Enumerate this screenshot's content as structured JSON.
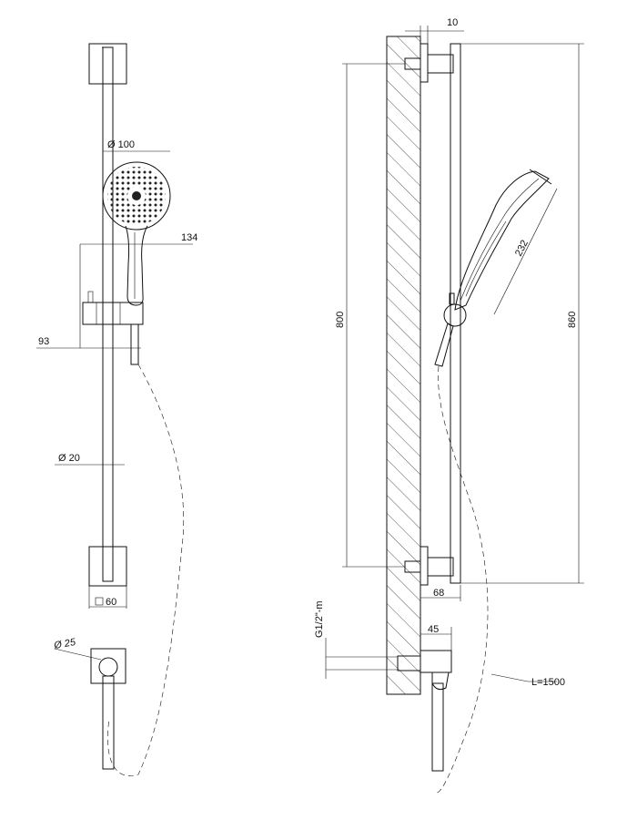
{
  "dimensions": {
    "head_diameter": "Ø 100",
    "head_width": "134",
    "holder_offset": "93",
    "rail_diameter": "Ø 20",
    "bracket_square": "60",
    "outlet_diameter": "Ø 25",
    "wall_gap": "10",
    "rail_spacing": "800",
    "total_height": "860",
    "handshower_length": "232",
    "rail_depth": "68",
    "outlet_depth": "45",
    "thread": "G1/2\"-m",
    "hose_length": "L=1500"
  },
  "colors": {
    "line": "#111111",
    "background": "#ffffff"
  }
}
